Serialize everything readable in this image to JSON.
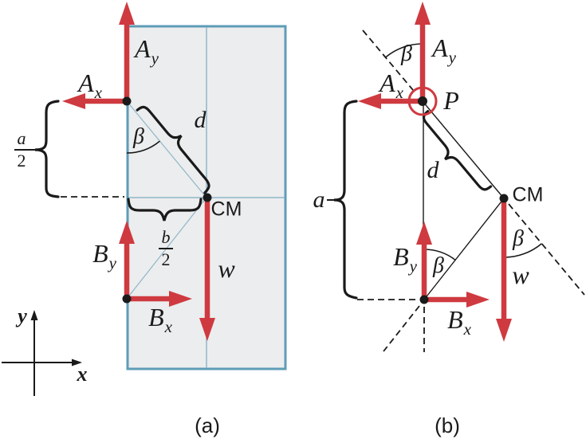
{
  "colors": {
    "arrow_red": "#CE3A40",
    "door_fill": "#ECEDEE",
    "door_border": "#5E9CB7",
    "door_midline": "#8FB6C9",
    "ink": "#1A1A1A"
  },
  "panel_a": {
    "caption": "(a)",
    "labels": {
      "Ay": {
        "main": "A",
        "sub": "y"
      },
      "Ax": {
        "main": "A",
        "sub": "x"
      },
      "By": {
        "main": "B",
        "sub": "y"
      },
      "Bx": {
        "main": "B",
        "sub": "x"
      },
      "weight": "w",
      "beta": "β",
      "d": "d",
      "cm": "CM",
      "half_height": {
        "num": "a",
        "den": "2"
      },
      "half_width": {
        "num": "b",
        "den": "2"
      }
    },
    "axes": {
      "x": "x",
      "y": "y"
    }
  },
  "panel_b": {
    "caption": "(b)",
    "labels": {
      "Ay": {
        "main": "A",
        "sub": "y"
      },
      "Ax": {
        "main": "A",
        "sub": "x"
      },
      "By": {
        "main": "B",
        "sub": "y"
      },
      "Bx": {
        "main": "B",
        "sub": "x"
      },
      "weight": "w",
      "beta_top": "β",
      "beta_cm": "β",
      "beta_b": "β",
      "d": "d",
      "cm": "CM",
      "pivot": "P",
      "height": "a"
    }
  }
}
